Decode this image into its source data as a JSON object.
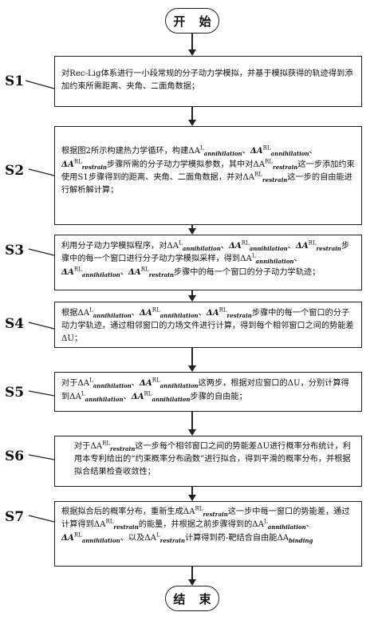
{
  "start_label": "开 始",
  "end_label": "结 束",
  "steps": [
    {
      "label": "S1",
      "text": "对Rec-Lig体系进行一小段常规的分子动力学模拟，并基于模拟获得的轨迹得到添加约束所需距离、夹角、二面角数据；"
    },
    {
      "label": "S2",
      "line1": "根据图2所示构建热力学循环，构建ΔA",
      "t_annih_L": "annihilation",
      "sep": "、",
      "t_annih_RL": "annihilation",
      "t_restr": "restrain",
      "line_rest": "步骤所需的分子动力学模拟参数，其中对ΔA",
      "t_restr2": "restrain",
      "tail": "这一步添加约束使用S1步骤得到的距离、夹角、二面角数据，并对ΔA",
      "t_restr3": "restrain",
      "tail2": "这一步的自由能进行解析解计算；"
    },
    {
      "label": "S3",
      "text_a": "利用分子动力学模拟程序，对ΔA",
      "t1": "annihilation",
      "t2": "annihilation",
      "t3": "restrain",
      "text_b": "步骤中的每一个窗口进行分子动力学模拟采样，得到ΔA",
      "t4": "annihilation",
      "t5": "annihilation",
      "t6": "restrain",
      "text_c": "步骤中的每一个窗口的分子动力学轨迹；"
    },
    {
      "label": "S4",
      "text_a": "根据ΔA",
      "t1": "annihilation",
      "t2": "annihilation",
      "t3": "restrain",
      "text_b": "步骤中的每一个窗口的分子动力学轨迹，通过相邻窗口的力场文件进行计算，得到每个相邻窗口之间的势能差ΔU；"
    },
    {
      "label": "S5",
      "text_a": "对于ΔA",
      "t1": "annihilation",
      "t2": "annihilation",
      "text_b": "这两步，根据对应窗口的ΔU，分别计算得到ΔA",
      "t3": "annihilation",
      "t4": "annihilation",
      "text_c": "步骤的自由能；"
    },
    {
      "label": "S6",
      "text_a": "对于ΔA",
      "t1": "restrain",
      "text_b": "这一步每个相邻窗口之间的势能差ΔU进行概率分布统计，利用本专利给出的“约束概率分布函数”进行拟合，得到平滑的概率分布，并根据拟合结果检查收敛性；"
    },
    {
      "label": "S7",
      "text_a": "根据拟合后的概率分布，重新生成ΔA",
      "t1": "restrain",
      "text_b": "这一步中每一窗口的势能差，通过计算得到ΔA",
      "t2": "restrain",
      "text_c": "的能量，并根据之前步骤得到的ΔA",
      "t3": "annihilation",
      "t4": "annihilation",
      "text_d": "、以及ΔA",
      "t5": "restrain",
      "text_e": "计算得到药-靶结合自由能ΔA",
      "t6": "binding"
    }
  ]
}
